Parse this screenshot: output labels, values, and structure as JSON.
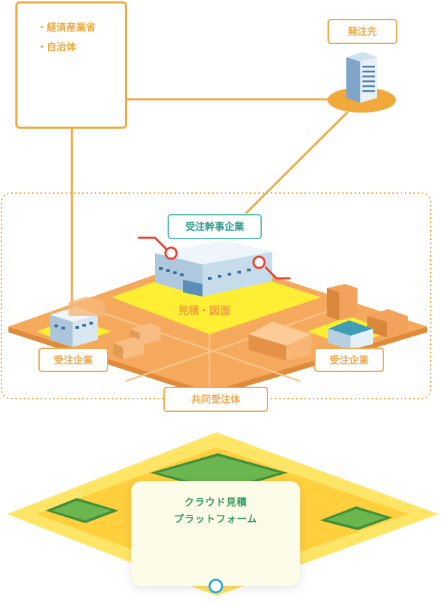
{
  "government": {
    "items": [
      "・経済産業省",
      "・自治体"
    ]
  },
  "client": {
    "label": "発注先"
  },
  "lead_company": {
    "label": "受注幹事企業"
  },
  "shared_area": {
    "label": "見積・図面"
  },
  "member_left": {
    "label": "受注企業"
  },
  "member_right": {
    "label": "受注企業"
  },
  "consortium": {
    "label": "共同受注体"
  },
  "platform": {
    "lines": [
      "クラウド見積",
      "プラットフォーム"
    ]
  },
  "colors": {
    "orange": "#f2a93b",
    "ground": "#f5a95c",
    "yellow": "#ffee33",
    "teal": "#5ec0b0",
    "green": "#2e9b63",
    "red": "#e8412f",
    "blue": "#29a8e0"
  }
}
